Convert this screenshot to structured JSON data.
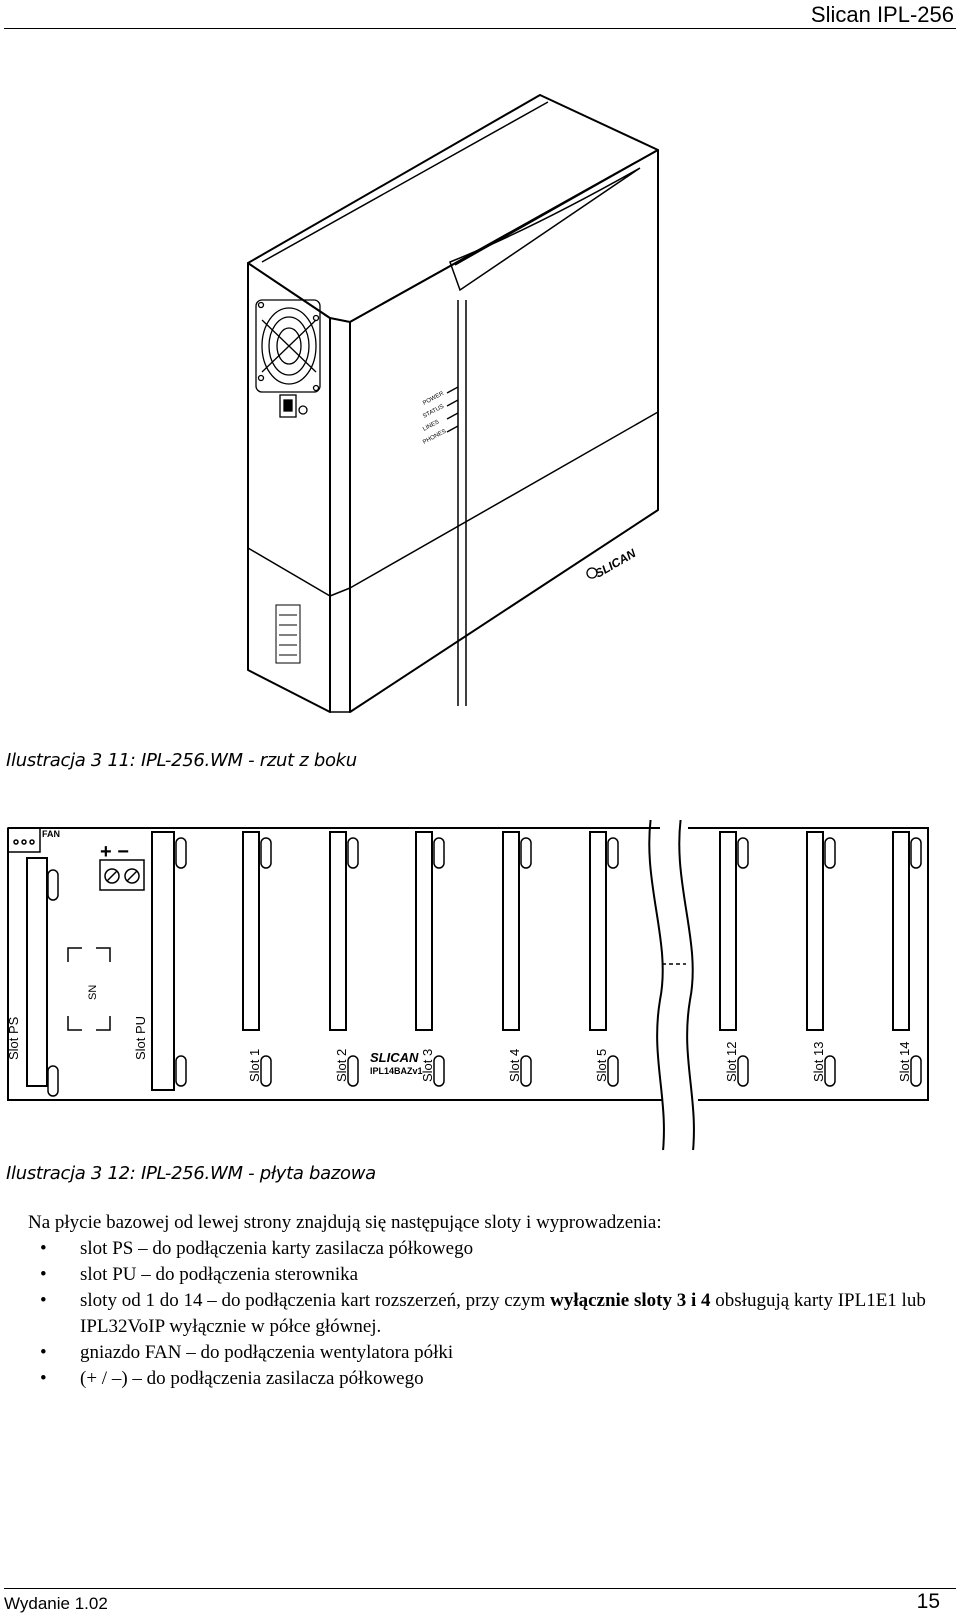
{
  "header": {
    "title": "Slican IPL-256"
  },
  "figure1": {
    "caption": "Ilustracja 3 11: IPL-256.WM - rzut z boku",
    "panel_labels": [
      "POWER",
      "STATUS",
      "LINES",
      "PHONES"
    ],
    "logo": "SLICAN"
  },
  "figure2": {
    "caption": "Ilustracja 3 12: IPL-256.WM - płyta bazowa",
    "fan_label": "FAN",
    "plus_minus": "+ −",
    "sn_label": "SN",
    "slot_ps": "Slot PS",
    "slot_pu": "Slot PU",
    "slots": [
      "Slot 1",
      "Slot 2",
      "Slot 3",
      "Slot 4",
      "Slot 5",
      "Slot 12",
      "Slot 13",
      "Slot 14"
    ],
    "board_logo": "SLICAN",
    "board_model": "IPL14BAZv1"
  },
  "text": {
    "intro": "Na płycie bazowej od lewej strony znajdują się następujące sloty i wyprowadzenia:",
    "bullets": [
      {
        "text": "slot PS – do podłączenia karty zasilacza półkowego"
      },
      {
        "text": "slot PU – do podłączenia sterownika"
      },
      {
        "pre": "sloty od 1 do 14 – do podłączenia kart rozszerzeń, przy czym ",
        "bold": "wyłącznie sloty 3 i 4",
        "post": " obsługują karty IPL1E1 lub IPL32VoIP wyłącznie w półce głównej."
      },
      {
        "text": "gniazdo FAN – do podłączenia wentylatora półki"
      },
      {
        "text": "(+ / –) – do podłączenia zasilacza półkowego"
      }
    ]
  },
  "footer": {
    "edition": "Wydanie 1.02",
    "page": "15"
  }
}
